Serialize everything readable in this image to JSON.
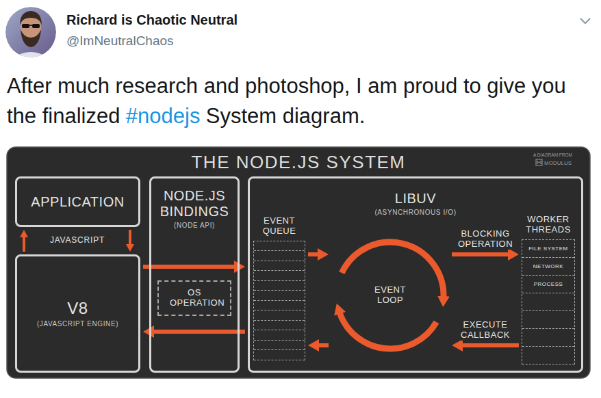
{
  "diagram": {
    "title": "THE NODE.JS SYSTEM",
    "nodes": [
      {
        "text": [
          "APPLICATION"
        ]
      },
      {
        "text": [
          "V8",
          "(JAVASCRIPT ENGINE)"
        ]
      },
      {
        "text": [
          "NODE.JS BINDINGS",
          "(NODE API)"
        ]
      },
      {
        "text": [
          "OS OPERATION"
        ],
        "in": 2
      },
      {
        "text": [
          "LIBUV",
          "(ASYNCHRONOUS I/O)"
        ]
      },
      {
        "text": [
          "EVENT QUEUE"
        ],
        "in": 4
      },
      {
        "text": [
          "EVENT LOOP"
        ],
        "in": 4
      },
      {
        "text": [
          "WORKER THREADS"
        ],
        "in": 4
      },
      {
        "text": [
          "FILE SYSTEM"
        ],
        "in": 7
      },
      {
        "text": [
          "NETWORK"
        ],
        "in": 7
      },
      {
        "text": [
          "PROCESS"
        ],
        "in": 7
      }
    ],
    "edges": [
      {
        "from": 1,
        "to": 0,
        "arrow": "to"
      },
      {
        "from": 0,
        "to": 1,
        "arrow": "to"
      },
      {
        "from": 1,
        "to": 4,
        "arrow": "to"
      },
      {
        "from": 4,
        "to": 1,
        "arrow": "to"
      },
      {
        "from": 5,
        "to": 6,
        "arrow": "to"
      },
      {
        "from": 6,
        "to": 7,
        "arrow": "to",
        "label": "BLOCKING OPERATION"
      },
      {
        "from": 7,
        "to": 6,
        "arrow": "to",
        "label": "EXECUTE CALLBACK"
      },
      {
        "from": 6,
        "to": 5,
        "arrow": "to"
      }
    ],
    "labels": [
      "Richard is Chaotic Neutral",
      "@ImNeutralChaos",
      "After much research and photoshop, I am proud to give you the finalized",
      "#nodejs",
      "System diagram.",
      "A DIAGRAM FROM",
      "MODULUS",
      "JAVASCRIPT"
    ]
  }
}
